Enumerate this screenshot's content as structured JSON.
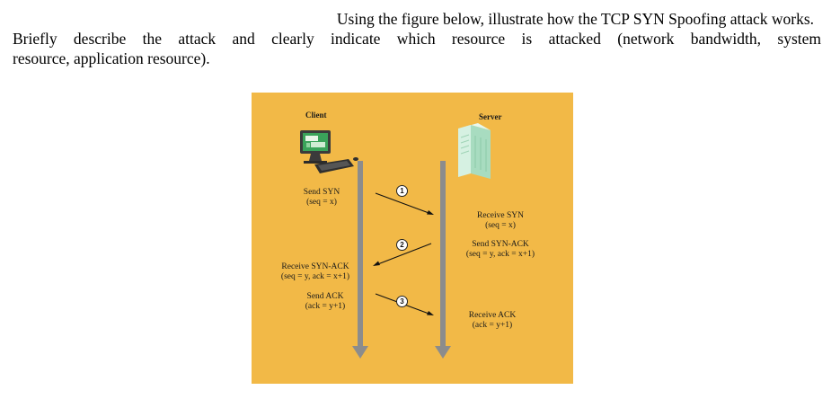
{
  "question": {
    "line1": "Using the figure below, illustrate how the TCP SYN Spoofing attack works.",
    "line2": "Briefly describe the attack and clearly indicate which resource is attacked (network bandwidth, system",
    "line3": "resource, application resource)."
  },
  "figure": {
    "client_label": "Client",
    "server_label": "Server",
    "steps": [
      {
        "number": "1",
        "send_title": "Send SYN",
        "send_detail": "(seq = x)",
        "receive_title": "Receive SYN",
        "receive_detail": "(seq = x)"
      },
      {
        "number": "2",
        "send_title": "Send SYN-ACK",
        "send_detail": "(seq = y, ack = x+1)",
        "receive_title": "Receive SYN-ACK",
        "receive_detail": "(seq = y, ack = x+1)"
      },
      {
        "number": "3",
        "send_title": "Send ACK",
        "send_detail": "(ack = y+1)",
        "receive_title": "Receive ACK",
        "receive_detail": "(ack = y+1)"
      }
    ],
    "colors": {
      "background": "#f2b947",
      "timeline": "#8c8c8c",
      "monitor_screen": "#3aa35a",
      "server_body": "#c9ecd7"
    }
  }
}
